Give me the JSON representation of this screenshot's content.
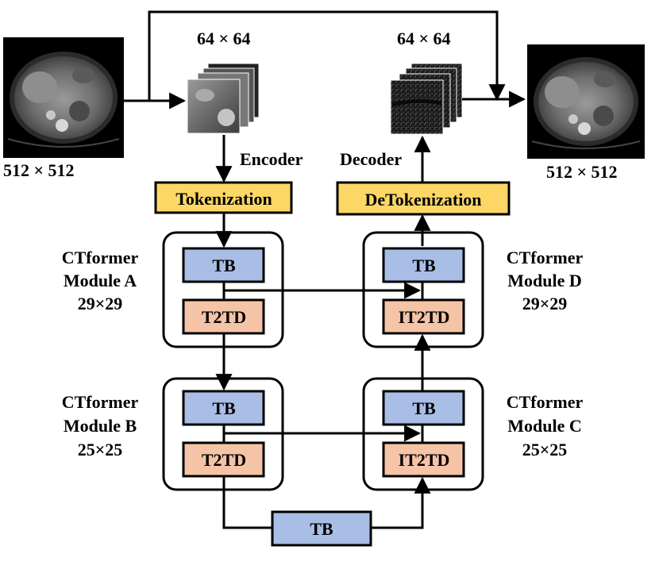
{
  "labels": {
    "input_size": "512 × 512",
    "output_size": "512 × 512",
    "patch_size_left": "64 × 64",
    "patch_size_right": "64 × 64",
    "encoder": "Encoder",
    "decoder": "Decoder",
    "tokenization": "Tokenization",
    "detokenization": "DeTokenization"
  },
  "modules": {
    "a": {
      "line1": "CTformer",
      "line2": "Module A",
      "line3": "29×29",
      "top_block": "TB",
      "bottom_block": "T2TD"
    },
    "b": {
      "line1": "CTformer",
      "line2": "Module B",
      "line3": "25×25",
      "top_block": "TB",
      "bottom_block": "T2TD"
    },
    "c": {
      "line1": "CTformer",
      "line2": "Module C",
      "line3": "25×25",
      "top_block": "TB",
      "bottom_block": "IT2TD"
    },
    "d": {
      "line1": "CTformer",
      "line2": "Module D",
      "line3": "29×29",
      "top_block": "TB",
      "bottom_block": "IT2TD"
    }
  },
  "bottleneck": {
    "label": "TB"
  },
  "colors": {
    "token_box": "#FDD766",
    "tb_block": "#A9BEE6",
    "t2td_block": "#F5C4A6",
    "stroke": "#000000"
  }
}
